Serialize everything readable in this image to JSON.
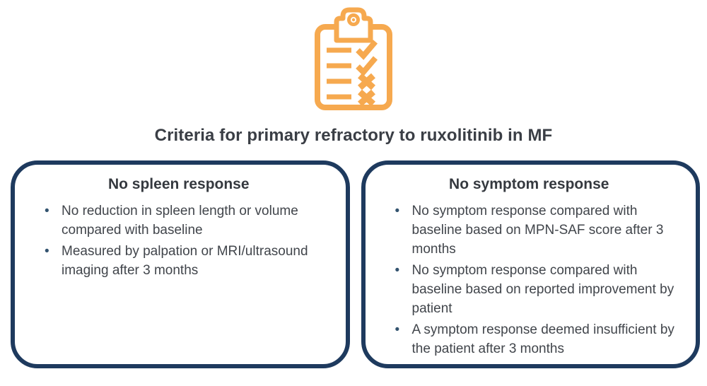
{
  "title": "Criteria for primary refractory to ruxolitinib in MF",
  "icon": {
    "name": "clipboard-checklist-icon",
    "description": "clipboard with four list lines, two check marks and two x marks"
  },
  "colors": {
    "icon_orange": "#f6a94f",
    "box_border_navy": "#1e3a5e",
    "title_text": "#3a3e45",
    "body_text": "#41454b",
    "bullet_marker": "#33536f",
    "background": "#ffffff"
  },
  "boxes": [
    {
      "header": "No spleen response",
      "bullets": [
        "No reduction in spleen length or volume compared with baseline",
        "Measured by palpation or MRI/ultrasound imaging after 3 months"
      ]
    },
    {
      "header": "No symptom response",
      "bullets": [
        "No symptom response compared with baseline based on MPN-SAF score after 3 months",
        "No symptom response compared with baseline based on reported improvement by patient",
        "A symptom response deemed insufficient by the patient after 3 months"
      ]
    }
  ]
}
